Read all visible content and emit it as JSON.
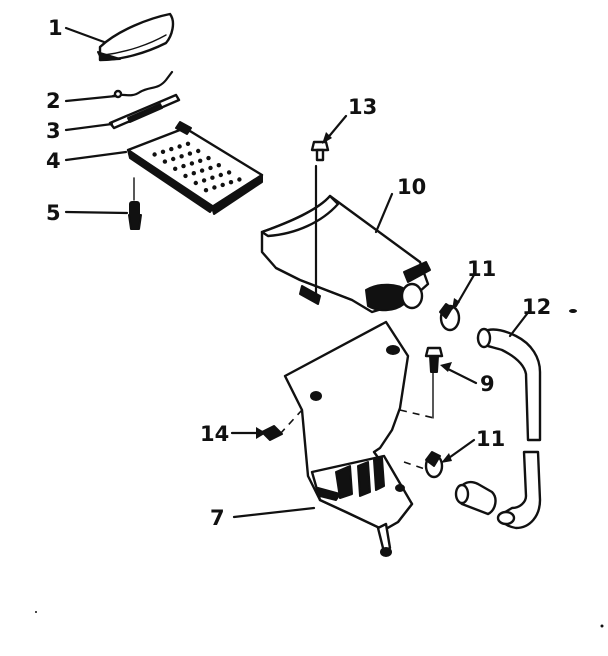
{
  "diagram": {
    "style": "exploded parts diagram, black line art on white",
    "callouts": [
      {
        "id": "1",
        "text": "1"
      },
      {
        "id": "2",
        "text": "2"
      },
      {
        "id": "3",
        "text": "3"
      },
      {
        "id": "4",
        "text": "4"
      },
      {
        "id": "5",
        "text": "5"
      },
      {
        "id": "7",
        "text": "7"
      },
      {
        "id": "9",
        "text": "9"
      },
      {
        "id": "10",
        "text": "10"
      },
      {
        "id": "11a",
        "text": "11"
      },
      {
        "id": "11b",
        "text": "11"
      },
      {
        "id": "12",
        "text": "12"
      },
      {
        "id": "13",
        "text": "13"
      },
      {
        "id": "14",
        "text": "14"
      }
    ],
    "colors": {
      "ink": "#111111",
      "background": "#ffffff"
    }
  }
}
